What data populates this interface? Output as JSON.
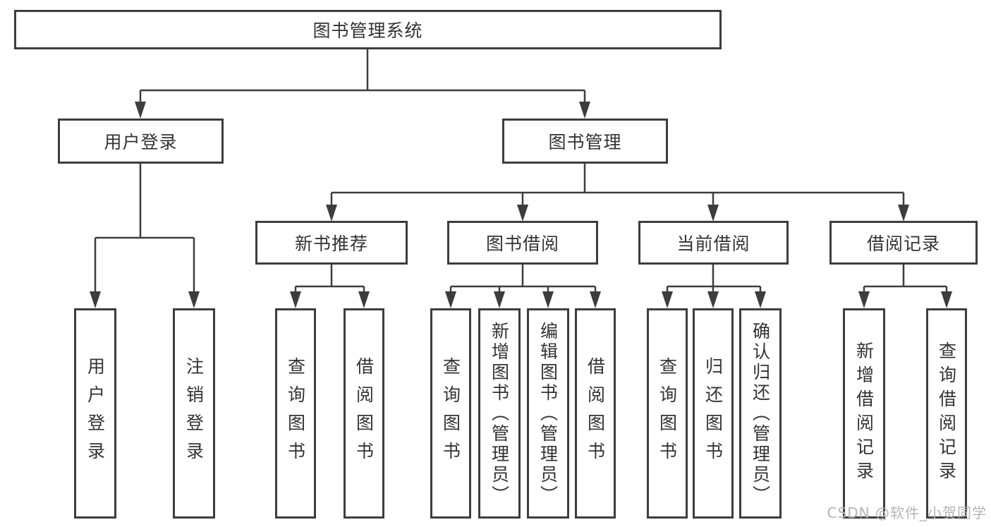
{
  "diagram": {
    "root": "图书管理系统",
    "level2": [
      {
        "label": "用户登录",
        "children": [
          "用户登录",
          "注销登录"
        ]
      },
      {
        "label": "图书管理",
        "sections": [
          {
            "label": "新书推荐",
            "children": [
              "查询图书",
              "借阅图书"
            ]
          },
          {
            "label": "图书借阅",
            "children": [
              "查询图书",
              "新增图书（管理员）",
              "编辑图书（管理员）",
              "借阅图书"
            ]
          },
          {
            "label": "当前借阅",
            "children": [
              "查询图书",
              "归还图书",
              "确认归还（管理员）"
            ]
          },
          {
            "label": "借阅记录",
            "children": [
              "新增借阅记录",
              "查询借阅记录"
            ]
          }
        ]
      }
    ]
  },
  "watermark": {
    "text": "CSDN @软件_小贺同学"
  },
  "colors": {
    "background": "#ffffff",
    "line": "#3d3d3d",
    "box_border": "#3d3d3d",
    "text": "#333333",
    "watermark": "#b3b3b3"
  }
}
